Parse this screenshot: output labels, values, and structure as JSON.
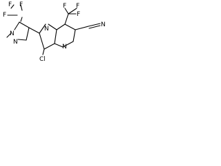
{
  "structure": {
    "atom_labels": {
      "f_left_top_1": "F",
      "f_left_top_2": "F",
      "f_left_top_3": "F",
      "n_methyl": "N",
      "n_pyrazole_lower": "N",
      "n_bicyclic_upper": "N",
      "n_bicyclic_lower": "N",
      "cl": "Cl",
      "f_right_1": "F",
      "f_right_2": "F",
      "f_right_3": "F",
      "n_nitrile": "N"
    },
    "colors": {
      "ink": "#000000",
      "background": "#ffffff"
    }
  }
}
